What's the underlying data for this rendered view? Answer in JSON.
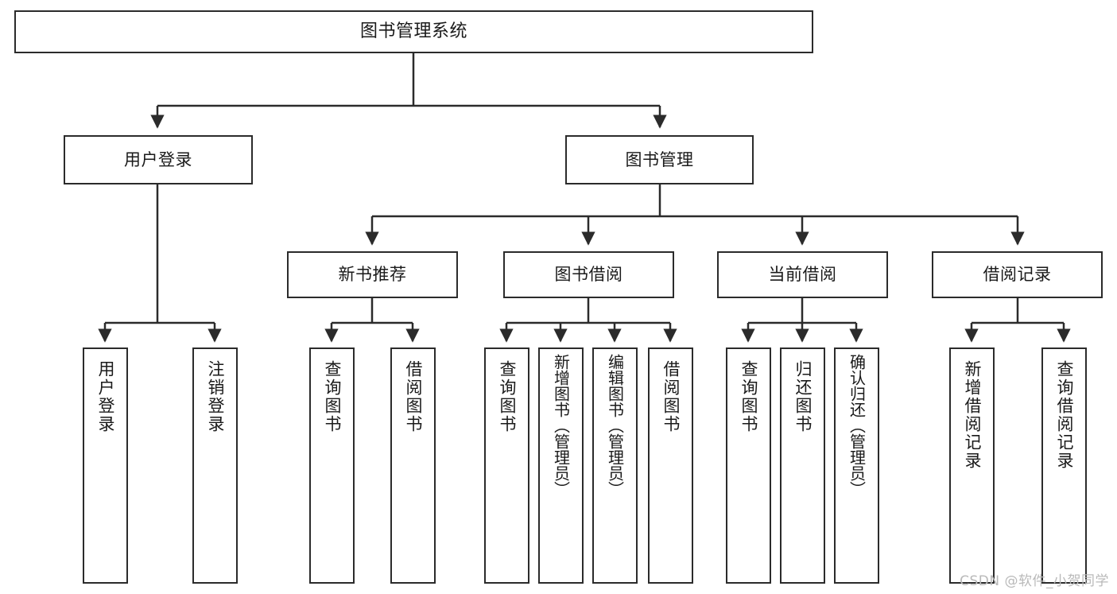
{
  "diagram": {
    "type": "hierarchy-tree",
    "title": "图书管理系统",
    "root": {
      "label": "图书管理系统"
    },
    "level2": [
      {
        "id": "user-login",
        "label": "用户登录"
      },
      {
        "id": "book-management",
        "label": "图书管理"
      }
    ],
    "level3": [
      {
        "id": "new-book-recommend",
        "label": "新书推荐",
        "parent": "book-management"
      },
      {
        "id": "book-borrow",
        "label": "图书借阅",
        "parent": "book-management"
      },
      {
        "id": "current-borrow",
        "label": "当前借阅",
        "parent": "book-management"
      },
      {
        "id": "borrow-record",
        "label": "借阅记录",
        "parent": "book-management"
      }
    ],
    "leaves": {
      "user_login": [
        {
          "id": "leaf-user-login",
          "label": "用户登录"
        },
        {
          "id": "leaf-logout-login",
          "label": "注销登录"
        }
      ],
      "new_book_recommend": [
        {
          "id": "leaf-query-book-1",
          "label": "查询图书"
        },
        {
          "id": "leaf-borrow-book-1",
          "label": "借阅图书"
        }
      ],
      "book_borrow": [
        {
          "id": "leaf-query-book-2",
          "label": "查询图书"
        },
        {
          "id": "leaf-add-book-admin",
          "label": "新增图书（管理员）"
        },
        {
          "id": "leaf-edit-book-admin",
          "label": "编辑图书（管理员）"
        },
        {
          "id": "leaf-borrow-book-2",
          "label": "借阅图书"
        }
      ],
      "current_borrow": [
        {
          "id": "leaf-query-book-3",
          "label": "查询图书"
        },
        {
          "id": "leaf-return-book",
          "label": "归还图书"
        },
        {
          "id": "leaf-confirm-return-admin",
          "label": "确认归还（管理员）"
        }
      ],
      "borrow_record": [
        {
          "id": "leaf-add-borrow-record",
          "label": "新增借阅记录"
        },
        {
          "id": "leaf-query-borrow-record",
          "label": "查询借阅记录"
        }
      ]
    },
    "watermark": "CSDN @软件_小贺同学",
    "colors": {
      "stroke": "#2b2b2b",
      "fill": "#ffffff",
      "text": "#1a1a1a",
      "watermark": "#b9b9b9"
    }
  }
}
